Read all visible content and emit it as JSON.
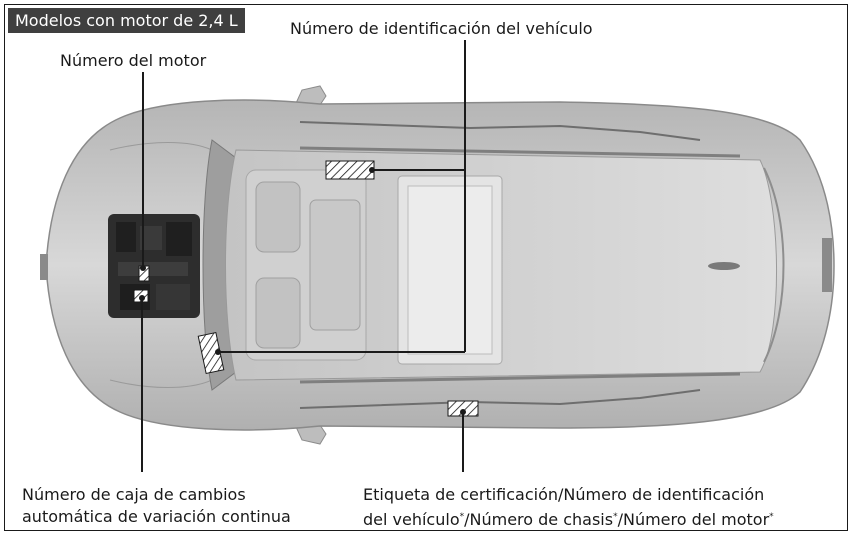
{
  "header": {
    "tag": "Modelos con motor de 2,4 L"
  },
  "labels": {
    "engine_number": "Número del motor",
    "vin_top": "Número de identificación del vehículo",
    "cvt_line1": "Número de caja de cambios",
    "cvt_line2": "automática de variación continua",
    "cert_line1": "Etiqueta de certificación/Número de identificación",
    "cert_line2_a": "del vehículo",
    "cert_line2_b": "/Número de chasis",
    "cert_line2_c": "/Número del motor",
    "asterisk": "*"
  },
  "colors": {
    "car_body": "#c9c9c9",
    "car_shadow": "#9a9a9a",
    "roof": "#d6d6d6",
    "engine": "#2d2d2d",
    "leader": "#1a1a1a",
    "header_bg": "#3f3f3f"
  }
}
